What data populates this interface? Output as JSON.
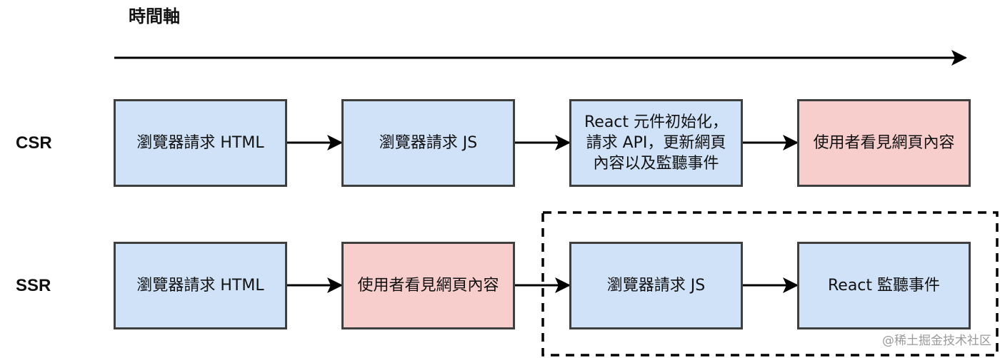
{
  "title": "時間軸",
  "colors": {
    "blue_box": "#cfe2f7",
    "pink_box": "#f8cecc",
    "border": "#3f3f3f",
    "arrow": "#000000"
  },
  "rows": [
    {
      "label": "CSR",
      "steps": [
        {
          "text": "瀏覽器請求 HTML",
          "color": "blue"
        },
        {
          "text": "瀏覽器請求 JS",
          "color": "blue"
        },
        {
          "text": "React 元件初始化，\n請求 API，更新網頁\n內容以及監聽事件",
          "color": "blue"
        },
        {
          "text": "使用者看見網頁內容",
          "color": "pink"
        }
      ]
    },
    {
      "label": "SSR",
      "steps": [
        {
          "text": "瀏覽器請求 HTML",
          "color": "blue"
        },
        {
          "text": "使用者看見網頁內容",
          "color": "pink"
        },
        {
          "text": "瀏覽器請求 JS",
          "color": "blue"
        },
        {
          "text": "React 監聽事件",
          "color": "blue"
        }
      ]
    }
  ],
  "watermark": "@稀土掘金技术社区"
}
